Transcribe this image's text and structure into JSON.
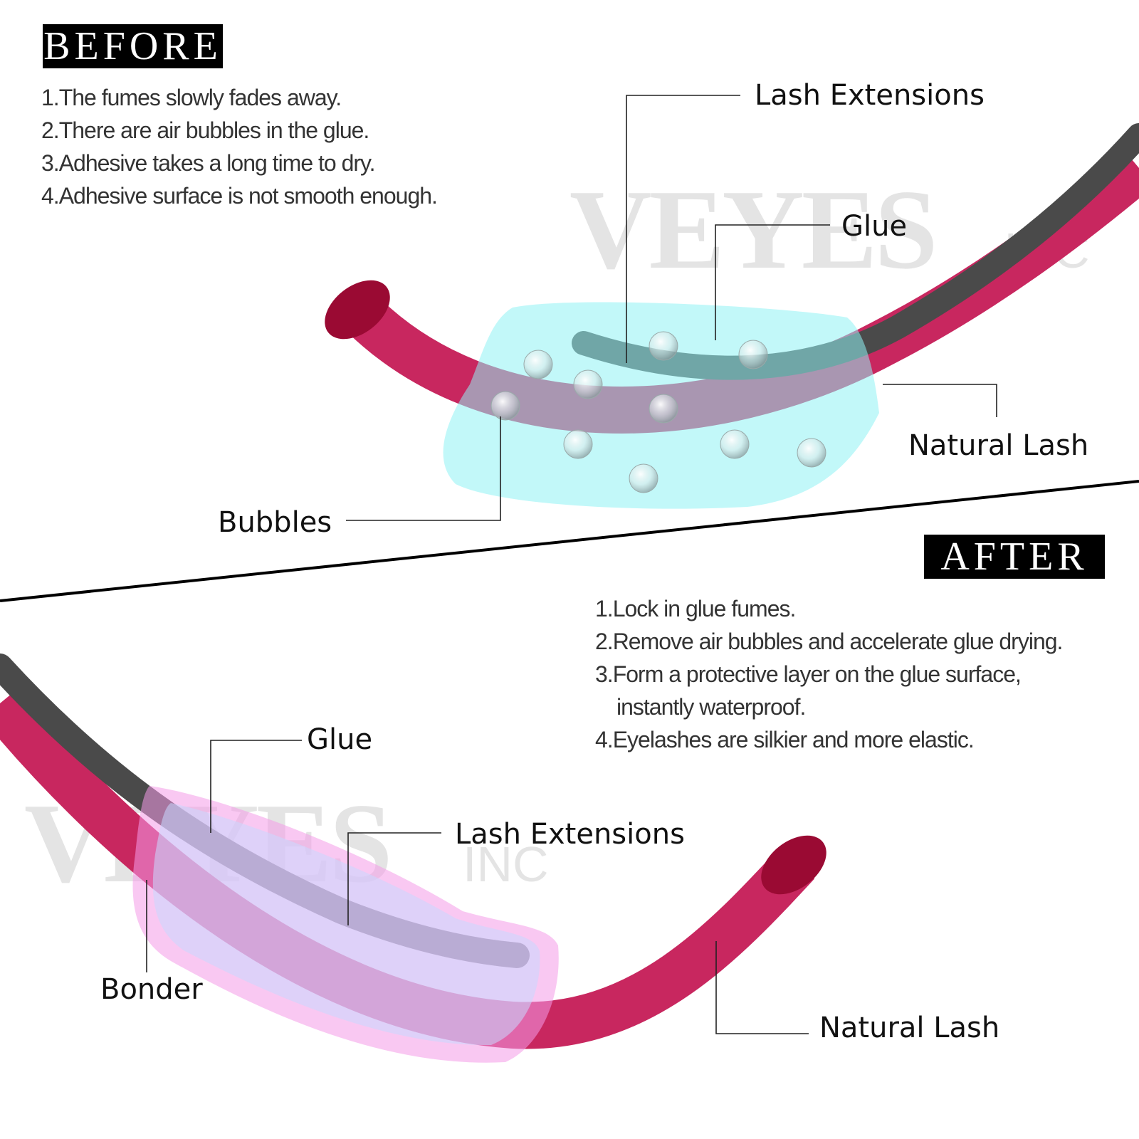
{
  "before": {
    "heading": "BEFORE",
    "points": [
      "1.The fumes slowly fades away.",
      "2.There are air bubbles in the glue.",
      "3.Adhesive takes a long time to dry.",
      "4.Adhesive surface is not smooth enough."
    ],
    "labels": {
      "lash_extensions": "Lash Extensions",
      "glue": "Glue",
      "natural_lash": "Natural Lash",
      "bubbles": "Bubbles"
    }
  },
  "after": {
    "heading": "AFTER",
    "points": [
      "1.Lock in glue fumes.",
      "2.Remove air bubbles and accelerate glue drying.",
      "3.Form a protective layer on the glue  surface,",
      "instantly waterproof.",
      "4.Eyelashes are silkier and more elastic."
    ],
    "labels": {
      "glue": "Glue",
      "lash_extensions": "Lash Extensions",
      "bonder": "Bonder",
      "natural_lash": "Natural Lash"
    }
  },
  "watermark": {
    "brand": "VEYES",
    "suffix": "INC"
  },
  "colors": {
    "natural_lash": "#c8275f",
    "natural_lash_tip": "#9a0a33",
    "lash_extension": "#4a4a4a",
    "glue": "#8ff3f4",
    "bonder": "#f49be8",
    "bonder_inner": "#c9d9ff"
  }
}
